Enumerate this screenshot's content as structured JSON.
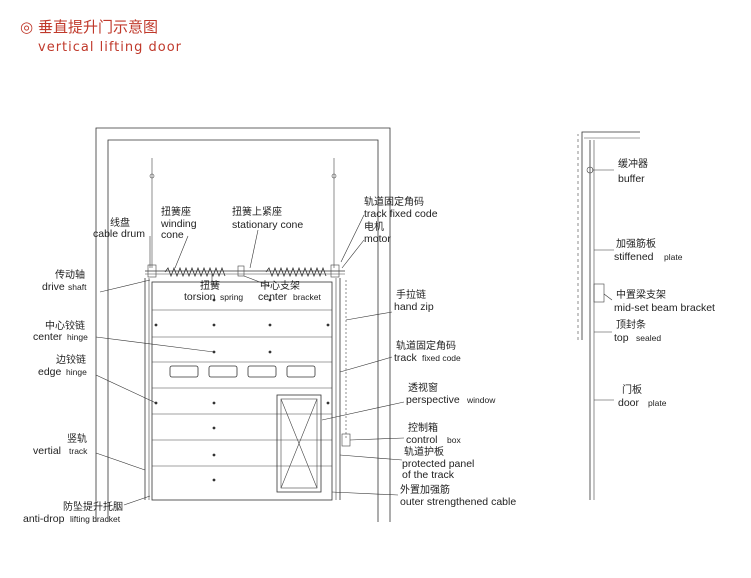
{
  "title": {
    "symbol": "◎",
    "cn": "垂直提升门示意图",
    "en": "vertical  lifting  door"
  },
  "labels": {
    "cable_drum": {
      "cn": "线盘",
      "en": "cable drum"
    },
    "winding_cone": {
      "cn": "扭簧座",
      "en1": "winding",
      "en2": "cone"
    },
    "stationary_cone": {
      "cn": "扭簧上紧座",
      "en": "stationary cone"
    },
    "drive_shaft": {
      "cn": "传动轴",
      "en": "drive",
      "en_small": "shaft"
    },
    "torsion_spring": {
      "cn": "扭簧",
      "en": "torsion",
      "en_small": "spring"
    },
    "center_bracket": {
      "cn": "中心支架",
      "en": "center",
      "en_small": "bracket"
    },
    "center_hinge": {
      "cn": "中心铰链",
      "en": "center",
      "en_small": "hinge"
    },
    "edge_hinge": {
      "cn": "边铰链",
      "en": "edge",
      "en_small": "hinge"
    },
    "vertial_track": {
      "cn": "竖轨",
      "en": "vertial",
      "en_small": "track"
    },
    "anti_drop": {
      "cn": "防坠提升托胭",
      "en": "anti-drop",
      "en_small": "lifting bracket"
    },
    "track_fixed_code_top": {
      "cn": "轨道固定角码",
      "en": "track  fixed  code"
    },
    "motor": {
      "cn": "电机",
      "en": "motor"
    },
    "hand_zip": {
      "cn": "手拉链",
      "en": "hand zip"
    },
    "track_fixed_code": {
      "cn": "轨道固定角码",
      "en": "track",
      "en_small": "fixed code"
    },
    "perspective_window": {
      "cn": "透视窗",
      "en": "perspective",
      "en_small": "window"
    },
    "control_box": {
      "cn": "控制箱",
      "en": "control",
      "en_small": "box"
    },
    "protected_panel": {
      "cn": "轨道护板",
      "en1": "protected panel",
      "en2": "of the track"
    },
    "outer_cable": {
      "cn": "外置加强筋",
      "en": "outer strengthened cable"
    },
    "buffer": {
      "cn": "缓冲器",
      "en": "buffer"
    },
    "stiffened_plate": {
      "cn": "加强筋板",
      "en": "stiffened",
      "en_small": "plate"
    },
    "mid_set_beam": {
      "cn": "中置梁支架",
      "en": "mid-set beam bracket"
    },
    "top_sealed": {
      "cn": "顶封条",
      "en": "top",
      "en_small": "sealed"
    },
    "door_plate": {
      "cn": "门板",
      "en": "door",
      "en_small": "plate"
    }
  }
}
